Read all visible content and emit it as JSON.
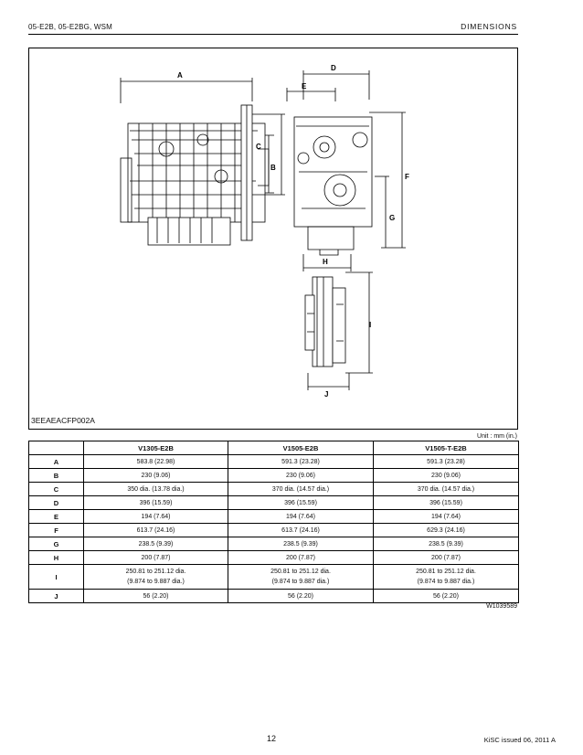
{
  "header": {
    "left": "05-E2B, 05-E2BG, WSM",
    "right": "DIMENSIONS"
  },
  "figure": {
    "code": "3EEAEACFP002A",
    "labels": [
      "A",
      "B",
      "C",
      "D",
      "E",
      "F",
      "G",
      "H",
      "I",
      "J"
    ]
  },
  "table": {
    "unit_note": "Unit : mm (in.)",
    "columns": [
      "",
      "V1305-E2B",
      "V1505-E2B",
      "V1505-T-E2B"
    ],
    "rows": [
      {
        "key": "A",
        "v1": "583.8 (22.98)",
        "v2": "591.3 (23.28)",
        "v3": "591.3 (23.28)"
      },
      {
        "key": "B",
        "v1": "230 (9.06)",
        "v2": "230 (9.06)",
        "v3": "230 (9.06)"
      },
      {
        "key": "C",
        "v1": "350 dia. (13.78 dia.)",
        "v2": "370 dia. (14.57 dia.)",
        "v3": "370 dia. (14.57 dia.)"
      },
      {
        "key": "D",
        "v1": "396 (15.59)",
        "v2": "396 (15.59)",
        "v3": "396 (15.59)"
      },
      {
        "key": "E",
        "v1": "194 (7.64)",
        "v2": "194 (7.64)",
        "v3": "194 (7.64)"
      },
      {
        "key": "F",
        "v1": "613.7 (24.16)",
        "v2": "613.7 (24.16)",
        "v3": "629.3 (24.16)"
      },
      {
        "key": "G",
        "v1": "238.5 (9.39)",
        "v2": "238.5 (9.39)",
        "v3": "238.5 (9.39)"
      },
      {
        "key": "H",
        "v1": "200 (7.87)",
        "v2": "200 (7.87)",
        "v3": "200 (7.87)"
      },
      {
        "key": "I",
        "v1a": "250.81 to 251.12 dia.",
        "v1b": "(9.874 to 9.887 dia.)",
        "v2a": "250.81 to 251.12 dia.",
        "v2b": "(9.874 to 9.887 dia.)",
        "v3a": "250.81 to 251.12 dia.",
        "v3b": "(9.874 to 9.887 dia.)"
      },
      {
        "key": "J",
        "v1": "56 (2.20)",
        "v2": "56 (2.20)",
        "v3": "56 (2.20)"
      }
    ]
  },
  "doc_code": "W1039589",
  "footer": {
    "page": "12",
    "issue": "KiSC issued 06, 2011 A"
  }
}
